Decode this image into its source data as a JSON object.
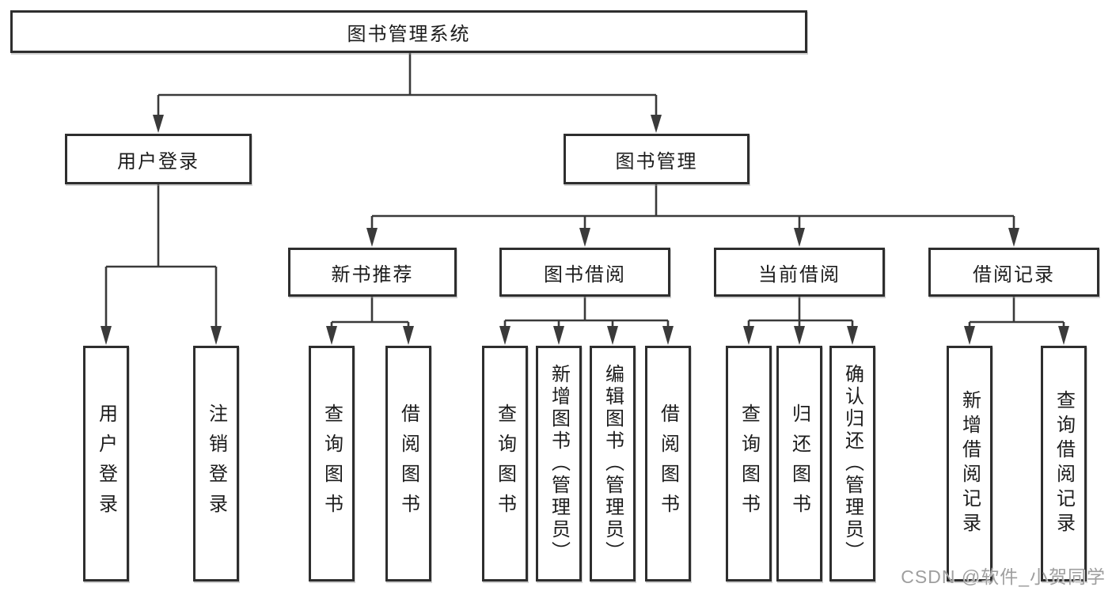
{
  "tree": {
    "label": "图书管理系统",
    "children": [
      {
        "label": "用户登录",
        "children": [
          {
            "label": "用户登录"
          },
          {
            "label": "注销登录"
          }
        ]
      },
      {
        "label": "图书管理",
        "children": [
          {
            "label": "新书推荐",
            "children": [
              {
                "label": "查询图书"
              },
              {
                "label": "借阅图书"
              }
            ]
          },
          {
            "label": "图书借阅",
            "children": [
              {
                "label": "查询图书"
              },
              {
                "label": "新增图书（管理员）"
              },
              {
                "label": "编辑图书（管理员）"
              },
              {
                "label": "借阅图书"
              }
            ]
          },
          {
            "label": "当前借阅",
            "children": [
              {
                "label": "查询图书"
              },
              {
                "label": "归还图书"
              },
              {
                "label": "确认归还（管理员）"
              }
            ]
          },
          {
            "label": "借阅记录",
            "children": [
              {
                "label": "新增借阅记录"
              },
              {
                "label": "查询借阅记录"
              }
            ]
          }
        ]
      }
    ]
  },
  "watermark": {
    "text": "CSDN @软件_小贺同学"
  },
  "colors": {
    "line": "#3a3a3a",
    "box_border": "#2e2e2e",
    "box_fill": "#ffffff",
    "text": "#1c1c1c",
    "watermark": "#9e9e9e",
    "background": "#ffffff"
  }
}
